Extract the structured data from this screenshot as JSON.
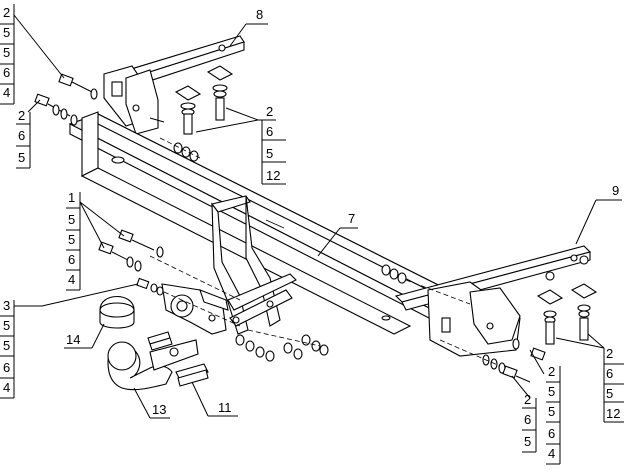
{
  "callouts": {
    "left_top_stack": [
      "2",
      "5",
      "5",
      "6",
      "4"
    ],
    "left_mid_stack": [
      "2",
      "6",
      "5"
    ],
    "center_top_stack": [
      "2",
      "6",
      "5",
      "12"
    ],
    "left_lower_stack": [
      "1",
      "5",
      "5",
      "6",
      "4"
    ],
    "ball_stack": [
      "3",
      "5",
      "5",
      "6",
      "4"
    ],
    "bottom_center_stack": [
      "2",
      "6",
      "5"
    ],
    "bottom_right_stack": [
      "2",
      "5",
      "5",
      "6",
      "4"
    ],
    "right_stack": [
      "2",
      "6",
      "5",
      "12"
    ]
  },
  "part_labels": {
    "p7": "7",
    "p8": "8",
    "p9": "9",
    "p11": "11",
    "p13": "13",
    "p14": "14"
  }
}
